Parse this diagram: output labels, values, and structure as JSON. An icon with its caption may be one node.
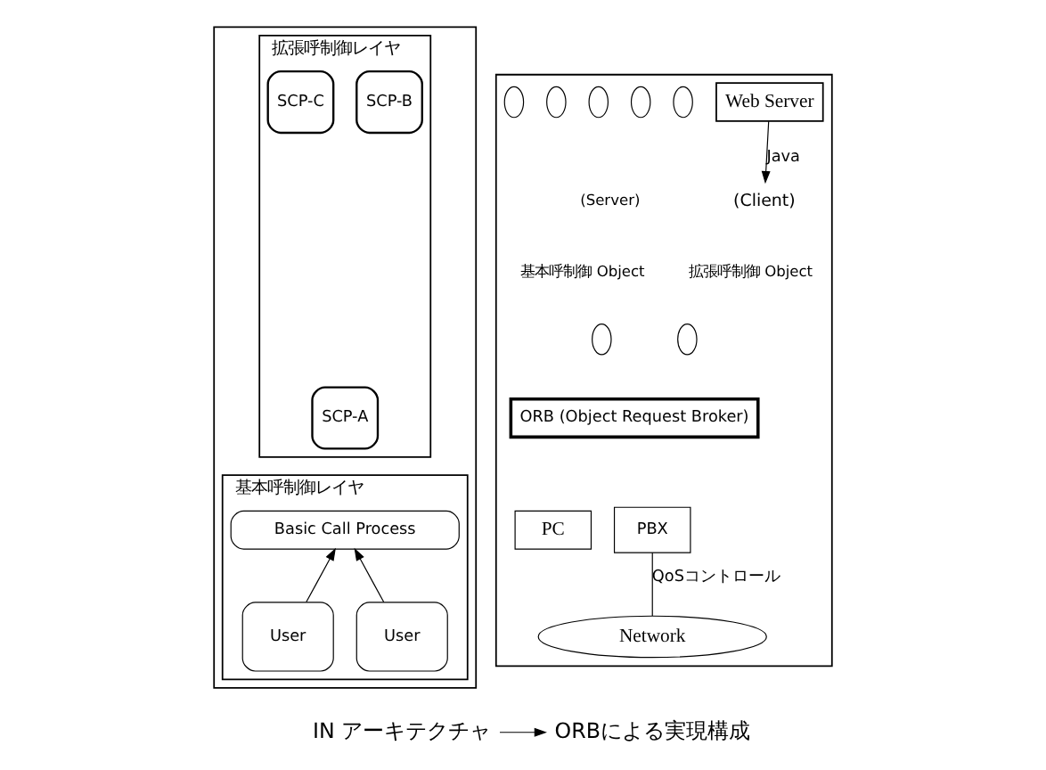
{
  "diagram": {
    "nodes": [
      {
        "text": [],
        "shape": "box"
      },
      {
        "text": [
          "拡張呼制御レイヤ"
        ],
        "in": 0
      },
      {
        "text": [
          "SCP-A"
        ],
        "in": 1
      },
      {
        "text": [
          "SCP-B"
        ],
        "in": 1
      },
      {
        "text": [
          "SCP-C"
        ],
        "in": 1
      },
      {
        "text": [
          "基本呼制御レイヤ"
        ],
        "in": 0
      },
      {
        "text": [
          "Basic Call Process"
        ],
        "in": 5
      },
      {
        "text": [
          "User"
        ],
        "in": 5
      },
      {
        "text": [
          "User"
        ],
        "in": 5
      },
      {
        "text": [],
        "shape": "box"
      },
      {
        "text": [
          "Web Server"
        ],
        "in": 9
      },
      {
        "text": [
          "(Client)"
        ],
        "in": 9
      },
      {
        "text": [],
        "shape": "circle",
        "in": 9
      },
      {
        "text": [],
        "shape": "circle",
        "in": 9
      },
      {
        "text": [],
        "shape": "circle",
        "in": 9
      },
      {
        "text": [],
        "shape": "circle",
        "in": 9
      },
      {
        "text": [],
        "shape": "circle",
        "in": 9
      },
      {
        "text": [],
        "shape": "circle",
        "in": 9
      },
      {
        "text": [],
        "shape": "circle",
        "in": 9
      },
      {
        "text": [
          "ORB (Object Request Broker)"
        ],
        "in": 9
      },
      {
        "text": [
          "PC"
        ],
        "in": 9
      },
      {
        "text": [
          "PBX"
        ],
        "in": 9
      },
      {
        "text": [
          "Network"
        ],
        "in": 9
      },
      {
        "text": [
          "IN アーキテクチャ"
        ]
      },
      {
        "text": [
          "ORBによる実現構成"
        ]
      }
    ],
    "edges": [
      {
        "from": 7,
        "to": 6,
        "arrow": "to"
      },
      {
        "from": 8,
        "to": 6,
        "arrow": "to"
      },
      {
        "from": 10,
        "to": 11,
        "arrow": "to",
        "label": "Java"
      },
      {
        "from": 21,
        "to": 22,
        "arrow": "none",
        "label": "QoSコントロール"
      },
      {
        "from": 23,
        "to": 24,
        "arrow": "to"
      }
    ],
    "labels": [
      "(Server)",
      "拡張呼制御 Object",
      "基本呼制御 Object"
    ]
  }
}
